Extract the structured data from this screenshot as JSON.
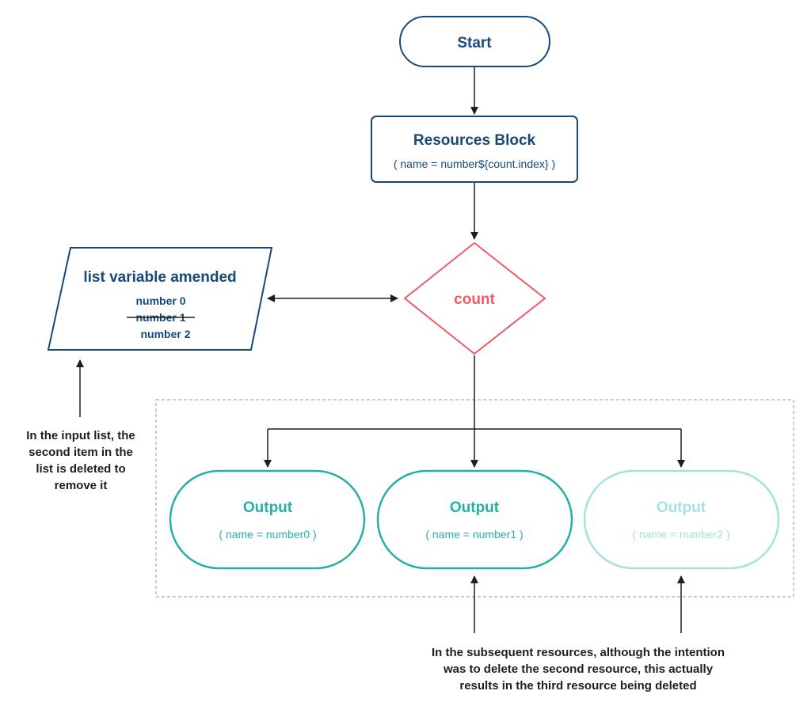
{
  "colors": {
    "navy": "#16497a",
    "coral": "#ec5b66",
    "teal": "#24b0a6",
    "teal_faded": "#a6e2dd",
    "line": "#1e1e1e",
    "dashed": "#9a9a9a"
  },
  "start": {
    "label": "Start"
  },
  "resources_block": {
    "title": "Resources Block",
    "subtitle": "( name = number${count.index} )"
  },
  "list_node": {
    "title": "list variable amended",
    "items": [
      {
        "text": "number 0",
        "struck": false
      },
      {
        "text": "number 1",
        "struck": true
      },
      {
        "text": "number 2",
        "struck": false
      }
    ]
  },
  "count": {
    "label": "count"
  },
  "outputs": [
    {
      "title": "Output",
      "subtitle": "( name = number0 )",
      "faded": false
    },
    {
      "title": "Output",
      "subtitle": "( name = number1 )",
      "faded": false
    },
    {
      "title": "Output",
      "subtitle": "( name = number2 )",
      "faded": true
    }
  ],
  "notes": {
    "left": [
      "In the input list, the",
      "second item in the",
      "list is deleted to",
      "remove it"
    ],
    "bottom": [
      "In the subsequent resources, although the intention",
      "was to delete the second resource, this actually",
      "results in the third resource being deleted"
    ]
  }
}
